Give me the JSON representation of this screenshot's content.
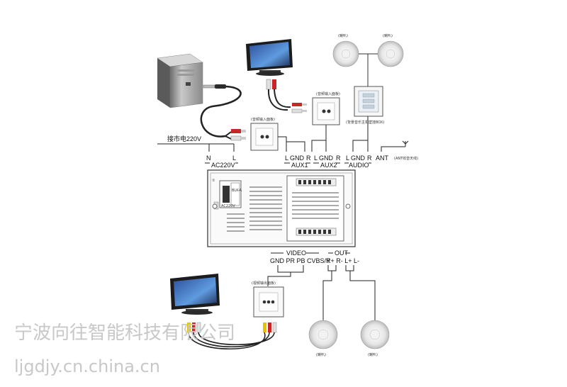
{
  "labels": {
    "mains": "接市电220V",
    "power_terminal": {
      "n": "N",
      "l": "L",
      "name": "AC220V"
    },
    "aux1": {
      "l": "L",
      "gnd": "GND",
      "r": "R",
      "name": "AUX1"
    },
    "aux2": {
      "l": "L",
      "gnd": "GND",
      "r": "R",
      "name": "AUX2"
    },
    "audio": {
      "l": "L",
      "gnd": "GND",
      "r": "R",
      "name": "AUDIO"
    },
    "ant": "ANT",
    "ant_note": "(ANT收音天线)",
    "video_group": "VIDEO",
    "video_pins": "GND PR PB CVBS/Y",
    "out_group": "OUT",
    "out_pins": "R+ R- L+ L-",
    "panel_aux1": "(音频输入面板)",
    "panel_aux2": "(音频输入面板)",
    "panel_video": "(视频输出面板)",
    "switch_box": "(背景音乐主机壁挂BOX)",
    "speaker": "(喇叭)",
    "host_badge": "BLK-A",
    "host_voltage": "AC220V",
    "host_number": "①"
  },
  "icons": {
    "computer": "computer-tower-icon",
    "tv": "flat-tv-icon",
    "speaker": "ceiling-speaker-icon",
    "antenna": "antenna-icon"
  },
  "watermark": {
    "line1": "宁波向往智能科技有限公司",
    "line2": "ljgdjy.cn.china.cn"
  }
}
